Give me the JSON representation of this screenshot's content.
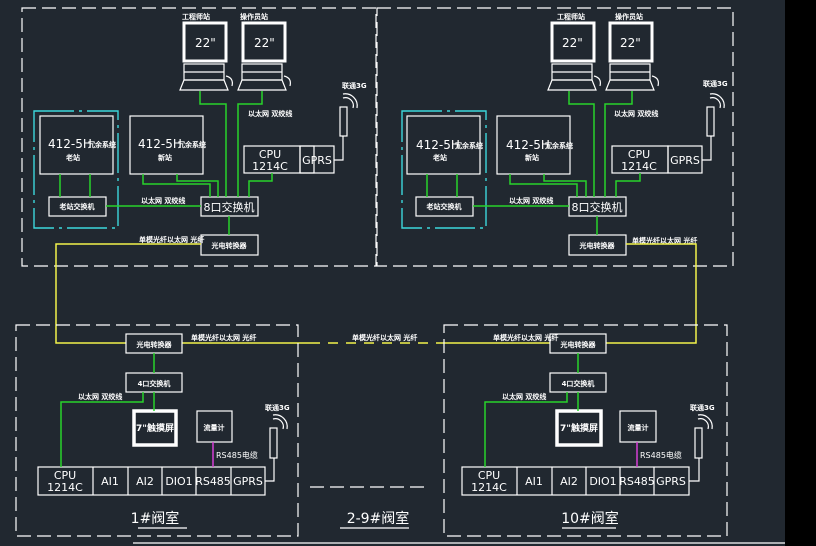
{
  "diagram": {
    "stations": [
      {
        "id": "left-station",
        "engineer_station_label": "工程师站",
        "operator_station_label": "操作员站",
        "monitor_size": "22\"",
        "controller_old": {
          "model": "412-5H",
          "desc": "冗余系统",
          "sub": "老站"
        },
        "controller_new": {
          "model": "412-5H",
          "desc": "冗余系统",
          "sub": "新站"
        },
        "old_switch": "老站交换机",
        "switch8": "8口交换机",
        "converter": "光电转换器",
        "cpu": {
          "line1": "CPU",
          "line2": "1214C"
        },
        "gprs": "GPRS",
        "antenna": "联通3G",
        "ethernet_label": "以太网 双绞线",
        "fiber_label": "单模光纤以太网 光纤"
      },
      {
        "id": "right-station",
        "engineer_station_label": "工程师站",
        "operator_station_label": "操作员站",
        "monitor_size": "22\"",
        "controller_old": {
          "model": "412-5H",
          "desc": "冗余系统",
          "sub": "老站"
        },
        "controller_new": {
          "model": "412-5H",
          "desc": "冗余系统",
          "sub": "新站"
        },
        "old_switch": "老站交换机",
        "switch8": "8口交换机",
        "converter": "光电转换器",
        "cpu": {
          "line1": "CPU",
          "line2": "1214C"
        },
        "gprs": "GPRS",
        "antenna": "联通3G",
        "ethernet_label": "以太网 双绞线",
        "fiber_label": "单模光纤以太网 光纤"
      }
    ],
    "valve_rooms": [
      {
        "title": "1#阀室",
        "converter": "光电转换器",
        "switch4": "4口交换机",
        "hmi": "7\"触摸屏",
        "meter": "流量计",
        "rs485_cable": "RS485电缆",
        "antenna": "联通3G",
        "ethernet_label": "以太网 双绞线",
        "fiber_label": "单模光纤以太网 光纤",
        "modules": [
          "CPU 1214C",
          "AI1",
          "AI2",
          "DIO1",
          "RS485",
          "GPRS"
        ]
      },
      {
        "title": "10#阀室",
        "converter": "光电转换器",
        "switch4": "4口交换机",
        "hmi": "7\"触摸屏",
        "meter": "流量计",
        "rs485_cable": "RS485电缆",
        "antenna": "联通3G",
        "ethernet_label": "以太网 双绞线",
        "fiber_label": "单模光纤以太网 光纤",
        "modules": [
          "CPU 1214C",
          "AI1",
          "AI2",
          "DIO1",
          "RS485",
          "GPRS"
        ]
      }
    ],
    "middle": {
      "title": "2-9#阀室",
      "fiber_label": "单模光纤以太网 光纤"
    },
    "colors": {
      "background": "#212830",
      "ethernet": "#29d32a",
      "fiber": "#f2f24a",
      "rs485": "#d53fd5",
      "redundant_group": "#3cd7dc",
      "lines": "#ffffff"
    }
  }
}
